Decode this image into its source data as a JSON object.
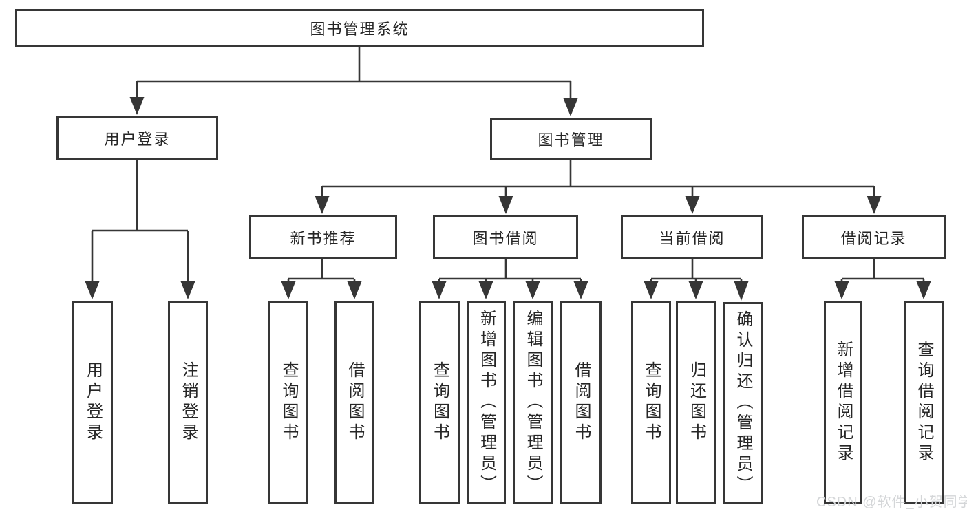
{
  "tree": {
    "root": "图书管理系统",
    "branches": [
      {
        "label": "用户登录",
        "children": [
          "用户登录",
          "注销登录"
        ]
      },
      {
        "label": "图书管理",
        "children": [
          {
            "label": "新书推荐",
            "children": [
              "查询图书",
              "借阅图书"
            ]
          },
          {
            "label": "图书借阅",
            "children": [
              "查询图书",
              "新增图书（管理员）",
              "编辑图书（管理员）",
              "借阅图书"
            ]
          },
          {
            "label": "当前借阅",
            "children": [
              "查询图书",
              "归还图书",
              "确认归还（管理员）"
            ]
          },
          {
            "label": "借阅记录",
            "children": [
              "新增借阅记录",
              "查询借阅记录"
            ]
          }
        ]
      }
    ]
  },
  "colors": {
    "line": "#363636",
    "text": "#262626",
    "watermark": "#d4d6d8",
    "background": "#ffffff"
  },
  "watermark": {
    "text": "CSDN @软件_小贺同学"
  }
}
